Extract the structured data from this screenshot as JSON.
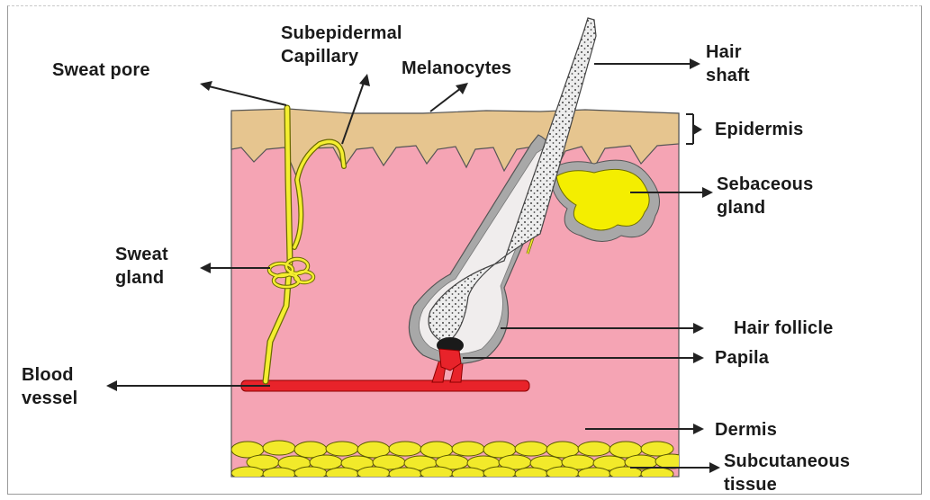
{
  "labels": {
    "sweat_pore": "Sweat pore",
    "subepidermal_1": "Subepidermal",
    "subepidermal_2": "Capillary",
    "melanocytes": "Melanocytes",
    "hair_shaft_1": "Hair",
    "hair_shaft_2": "shaft",
    "epidermis": "Epidermis",
    "sebaceous_1": "Sebaceous",
    "sebaceous_2": "gland",
    "sweat_gland_1": "Sweat",
    "sweat_gland_2": "gland",
    "hair_follicle": "Hair follicle",
    "papila": "Papila",
    "blood_vessel_1": "Blood",
    "blood_vessel_2": "vessel",
    "dermis": "Dermis",
    "subcutaneous_1": "Subcutaneous",
    "subcutaneous_2": "tissue"
  },
  "colors": {
    "epidermis": "#e6c58f",
    "dermis": "#f5a4b4",
    "sweat_duct": "#f4ee30",
    "blood_vessel": "#e8232a",
    "fat": "#f2ea2a",
    "follicle_sheath": "#a8a8a8",
    "hair": "#ececec"
  }
}
